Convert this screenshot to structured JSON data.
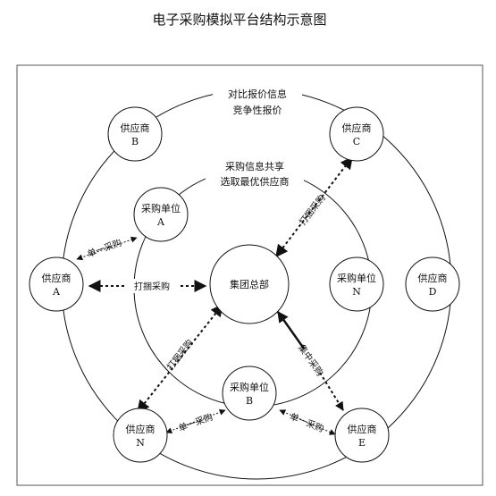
{
  "title": "电子采购模拟平台结构示意图",
  "outer_ring_text": [
    "对比报价信息",
    "竞争性报价"
  ],
  "inner_ring_text": [
    "采购信息共享",
    "选取最优供应商"
  ],
  "center": {
    "label": "集团总部"
  },
  "suppliers": {
    "A": [
      "供应商",
      "A"
    ],
    "B": [
      "供应商",
      "B"
    ],
    "C": [
      "供应商",
      "C"
    ],
    "D": [
      "供应商",
      "D"
    ],
    "E": [
      "供应商",
      "E"
    ],
    "N": [
      "供应商",
      "N"
    ]
  },
  "purchasing_units": {
    "A": [
      "采购单位",
      "A"
    ],
    "B": [
      "采购单位",
      "B"
    ],
    "N": [
      "采购单位",
      "N"
    ]
  },
  "edge_labels": {
    "bundle_h": "打捆采购",
    "bundle_c": "打捆采购",
    "bundle_n": "打捆采购",
    "central_e": "集中采购",
    "single_a": "单一采购",
    "single_n": "单一采购",
    "single_e": "单一采购"
  }
}
